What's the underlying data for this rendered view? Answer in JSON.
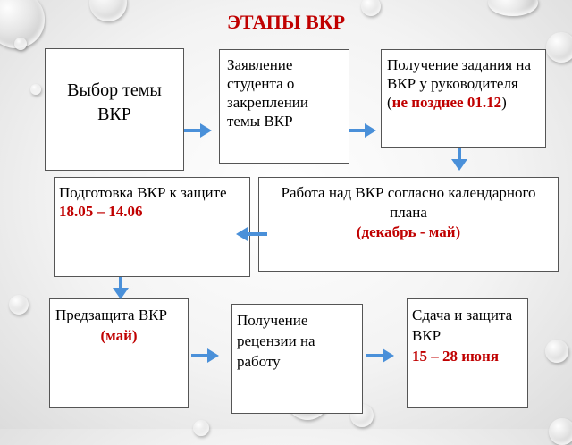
{
  "title": "ЭТАПЫ ВКР",
  "boxes": {
    "choose_topic": "Выбор темы ВКР",
    "application": "Заявление студента о закреплении темы ВКР",
    "get_task": "Получение задания на ВКР у руководителя",
    "get_task_open": "(",
    "get_task_deadline": "не позднее 01.12",
    "get_task_close": ")",
    "work": "Работа над ВКР согласно календарного плана",
    "work_period": "(декабрь  - май)",
    "prepare": "Подготовка ВКР к защите",
    "prepare_dates": "18.05 – 14.06",
    "predefense": "Предзащита ВКР",
    "predefense_period": "(май)",
    "review": "Получение рецензии на работу",
    "defense": "Сдача и защита ВКР",
    "defense_dates": "15 – 28 июня"
  },
  "colors": {
    "accent": "#c00000",
    "arrow": "#4a90d9"
  }
}
